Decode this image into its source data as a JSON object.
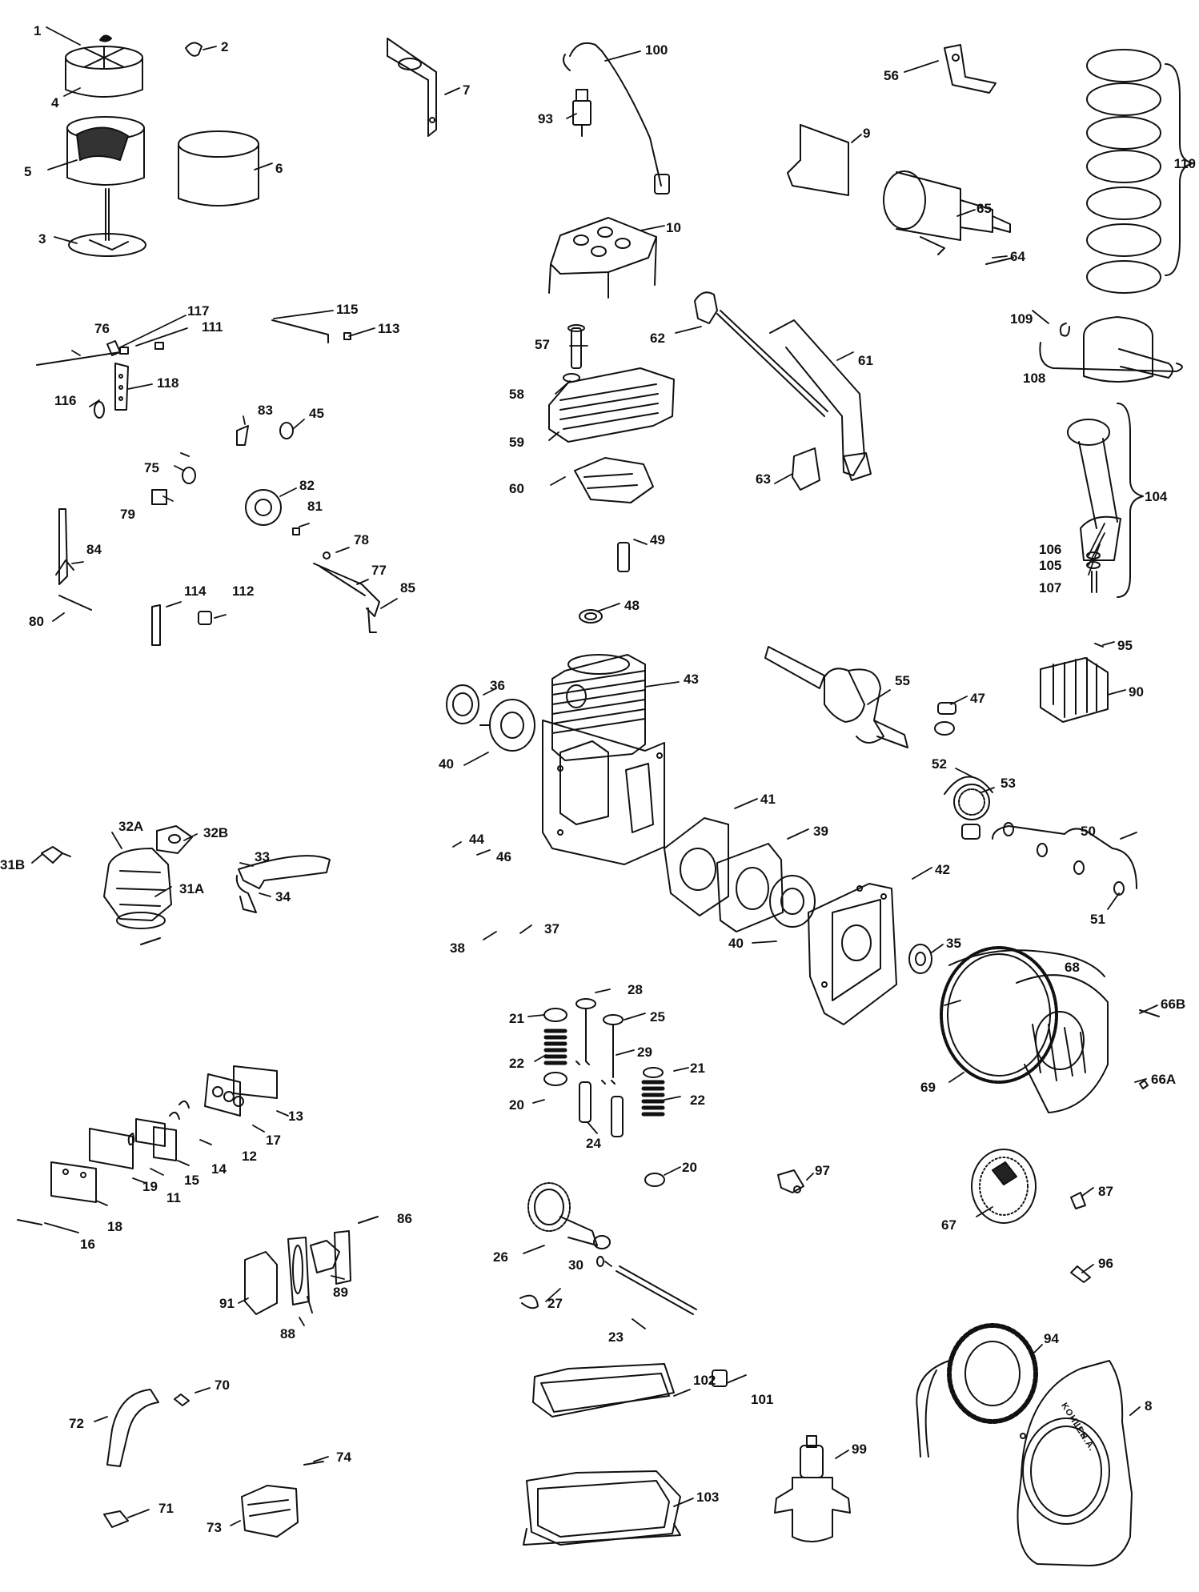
{
  "diagram": {
    "brand_mark": "KOHLER",
    "brand_sub": "U.S.A.",
    "labels": {
      "p1": "1",
      "p2": "2",
      "p3": "3",
      "p4": "4",
      "p5": "5",
      "p6": "6",
      "p7": "7",
      "p8": "8",
      "p9": "9",
      "p10": "10",
      "p11": "11",
      "p12": "12",
      "p13": "13",
      "p14": "14",
      "p15": "15",
      "p16": "16",
      "p17": "17",
      "p18": "18",
      "p19": "19",
      "p20a": "20",
      "p20b": "20",
      "p21a": "21",
      "p21b": "21",
      "p22a": "22",
      "p22b": "22",
      "p23": "23",
      "p24": "24",
      "p25": "25",
      "p26": "26",
      "p27": "27",
      "p28": "28",
      "p29": "29",
      "p30": "30",
      "p31A": "31A",
      "p31B": "31B",
      "p32A": "32A",
      "p32B": "32B",
      "p33": "33",
      "p34": "34",
      "p35": "35",
      "p36": "36",
      "p37": "37",
      "p38": "38",
      "p39": "39",
      "p40a": "40",
      "p40b": "40",
      "p41": "41",
      "p42": "42",
      "p43": "43",
      "p44": "44",
      "p45": "45",
      "p46": "46",
      "p47": "47",
      "p48": "48",
      "p49": "49",
      "p50": "50",
      "p51": "51",
      "p52": "52",
      "p53": "53",
      "p55": "55",
      "p56": "56",
      "p57": "57",
      "p58": "58",
      "p59": "59",
      "p60": "60",
      "p61": "61",
      "p62": "62",
      "p63": "63",
      "p64": "64",
      "p65": "65",
      "p66A": "66A",
      "p66B": "66B",
      "p67": "67",
      "p68": "68",
      "p69": "69",
      "p70": "70",
      "p71": "71",
      "p72": "72",
      "p73": "73",
      "p74": "74",
      "p75": "75",
      "p76": "76",
      "p77": "77",
      "p78": "78",
      "p79": "79",
      "p80": "80",
      "p81": "81",
      "p82": "82",
      "p83": "83",
      "p84": "84",
      "p85": "85",
      "p86": "86",
      "p87": "87",
      "p88": "88",
      "p89": "89",
      "p90": "90",
      "p91": "91",
      "p93": "93",
      "p94": "94",
      "p95": "95",
      "p96": "96",
      "p97": "97",
      "p99": "99",
      "p100": "100",
      "p101": "101",
      "p102": "102",
      "p103": "103",
      "p104": "104",
      "p105": "105",
      "p106": "106",
      "p107": "107",
      "p108": "108",
      "p109": "109",
      "p110": "110",
      "p111": "111",
      "p112": "112",
      "p113": "113",
      "p114": "114",
      "p115": "115",
      "p116": "116",
      "p117": "117",
      "p118": "118"
    }
  }
}
